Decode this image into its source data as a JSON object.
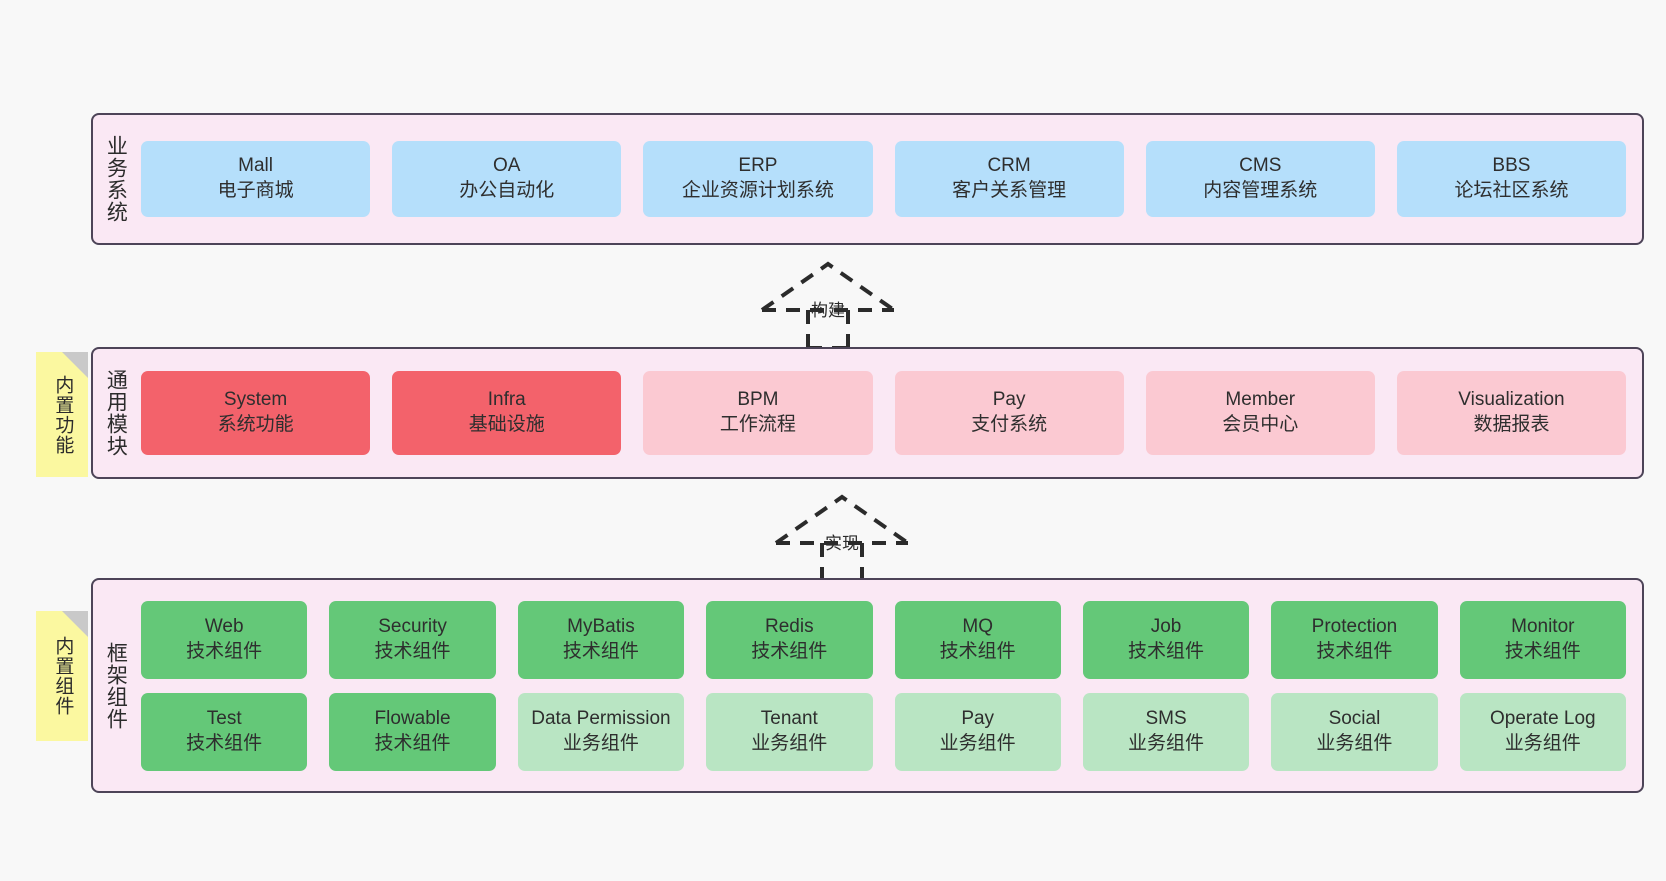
{
  "diagram": {
    "background_color": "#f8f8f8",
    "layer_fill": "#fae8f4",
    "layer_border": "#4d4458",
    "note_fill": "#fbf8a0"
  },
  "layers": [
    {
      "id": "business",
      "title": "业务系统",
      "card_color": "#b5dffb",
      "rows": [
        [
          {
            "name": "Mall",
            "desc": "电子商城",
            "color": "#b5dffb"
          },
          {
            "name": "OA",
            "desc": "办公自动化",
            "color": "#b5dffb"
          },
          {
            "name": "ERP",
            "desc": "企业资源计划系统",
            "color": "#b5dffb"
          },
          {
            "name": "CRM",
            "desc": "客户关系管理",
            "color": "#b5dffb"
          },
          {
            "name": "CMS",
            "desc": "内容管理系统",
            "color": "#b5dffb"
          },
          {
            "name": "BBS",
            "desc": "论坛社区系统",
            "color": "#b5dffb"
          }
        ]
      ]
    },
    {
      "id": "modules",
      "title": "通用模块",
      "note": "内置功能",
      "rows": [
        [
          {
            "name": "System",
            "desc": "系统功能",
            "color": "#f3626b"
          },
          {
            "name": "Infra",
            "desc": "基础设施",
            "color": "#f3626b"
          },
          {
            "name": "BPM",
            "desc": "工作流程",
            "color": "#fbc9d2"
          },
          {
            "name": "Pay",
            "desc": "支付系统",
            "color": "#fbc9d2"
          },
          {
            "name": "Member",
            "desc": "会员中心",
            "color": "#fbc9d2"
          },
          {
            "name": "Visualization",
            "desc": "数据报表",
            "color": "#fbc9d2"
          }
        ]
      ]
    },
    {
      "id": "framework",
      "title": "框架组件",
      "note": "内置组件",
      "rows": [
        [
          {
            "name": "Web",
            "desc": "技术组件",
            "color": "#64c878"
          },
          {
            "name": "Security",
            "desc": "技术组件",
            "color": "#64c878"
          },
          {
            "name": "MyBatis",
            "desc": "技术组件",
            "color": "#64c878"
          },
          {
            "name": "Redis",
            "desc": "技术组件",
            "color": "#64c878"
          },
          {
            "name": "MQ",
            "desc": "技术组件",
            "color": "#64c878"
          },
          {
            "name": "Job",
            "desc": "技术组件",
            "color": "#64c878"
          },
          {
            "name": "Protection",
            "desc": "技术组件",
            "color": "#64c878"
          },
          {
            "name": "Monitor",
            "desc": "技术组件",
            "color": "#64c878"
          }
        ],
        [
          {
            "name": "Test",
            "desc": "技术组件",
            "color": "#64c878"
          },
          {
            "name": "Flowable",
            "desc": "技术组件",
            "color": "#64c878"
          },
          {
            "name": "Data Permission",
            "desc": "业务组件",
            "color": "#b9e5c3"
          },
          {
            "name": "Tenant",
            "desc": "业务组件",
            "color": "#b9e5c3"
          },
          {
            "name": "Pay",
            "desc": "业务组件",
            "color": "#b9e5c3"
          },
          {
            "name": "SMS",
            "desc": "业务组件",
            "color": "#b9e5c3"
          },
          {
            "name": "Social",
            "desc": "业务组件",
            "color": "#b9e5c3"
          },
          {
            "name": "Operate Log",
            "desc": "业务组件",
            "color": "#b9e5c3"
          }
        ]
      ]
    }
  ],
  "connectors": [
    {
      "id": "build",
      "label": "构建",
      "style": "dashed-hollow-triangle-arrow-up"
    },
    {
      "id": "implement",
      "label": "实现",
      "style": "dashed-hollow-triangle-arrow-up"
    }
  ]
}
